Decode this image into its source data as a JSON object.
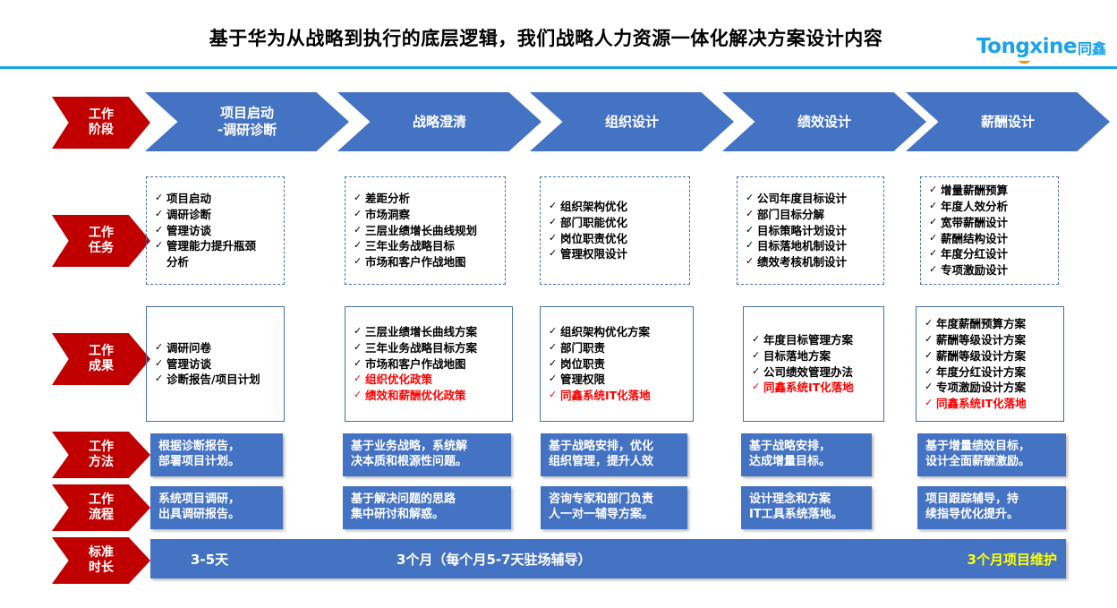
{
  "header": {
    "title": "基于华为从战略到执行的底层逻辑，我们战略人力资源一体化解决方案设计内容",
    "logo_latin": "Tongxine",
    "logo_cn": "同鑫",
    "accent_blue": "#1aa3e8",
    "accent_orange": "#f39200"
  },
  "colors": {
    "red_label": "#c00000",
    "phase_blue": "#4573c4",
    "box_border": "#4472a8",
    "red_text": "#ff0000",
    "yellow_text": "#ffff00"
  },
  "row_labels": {
    "stage": "工作\n阶段",
    "task": "工作\n任务",
    "result": "工作\n成果",
    "method": "工作\n方法",
    "process": "工作\n流程",
    "duration": "标准\n时长"
  },
  "phases": [
    {
      "label": "项目启动\n-调研诊断"
    },
    {
      "label": "战略澄清"
    },
    {
      "label": "组织设计"
    },
    {
      "label": "绩效设计"
    },
    {
      "label": "薪酬设计"
    }
  ],
  "tasks": [
    {
      "items": [
        {
          "text": "项目启动",
          "red": false
        },
        {
          "text": "调研诊断",
          "red": false
        },
        {
          "text": "管理访谈",
          "red": false
        },
        {
          "text": "管理能力提升瓶颈\n分析",
          "red": false
        }
      ]
    },
    {
      "items": [
        {
          "text": "差距分析",
          "red": false
        },
        {
          "text": "市场洞察",
          "red": false
        },
        {
          "text": "三层业绩增长曲线规划",
          "red": false
        },
        {
          "text": "三年业务战略目标",
          "red": false
        },
        {
          "text": "市场和客户作战地图",
          "red": false
        }
      ]
    },
    {
      "items": [
        {
          "text": "组织架构优化",
          "red": false
        },
        {
          "text": "部门职能优化",
          "red": false
        },
        {
          "text": "岗位职责优化",
          "red": false
        },
        {
          "text": "管理权限设计",
          "red": false
        }
      ]
    },
    {
      "items": [
        {
          "text": "公司年度目标设计",
          "red": false
        },
        {
          "text": "部门目标分解",
          "red": false
        },
        {
          "text": "目标策略计划设计",
          "red": false
        },
        {
          "text": "目标落地机制设计",
          "red": false
        },
        {
          "text": "绩效考核机制设计",
          "red": false
        }
      ]
    },
    {
      "items": [
        {
          "text": "增量薪酬预算",
          "red": false
        },
        {
          "text": "年度人效分析",
          "red": false
        },
        {
          "text": "宽带薪酬设计",
          "red": false
        },
        {
          "text": "薪酬结构设计",
          "red": false
        },
        {
          "text": "年度分红设计",
          "red": false
        },
        {
          "text": "专项激励设计",
          "red": false
        }
      ]
    }
  ],
  "results": [
    {
      "items": [
        {
          "text": "调研问卷",
          "red": false
        },
        {
          "text": "管理访谈",
          "red": false
        },
        {
          "text": "诊断报告/项目计划",
          "red": false
        }
      ]
    },
    {
      "items": [
        {
          "text": "三层业绩增长曲线方案",
          "red": false
        },
        {
          "text": "三年业务战略目标方案",
          "red": false
        },
        {
          "text": "市场和客户作战地图",
          "red": false
        },
        {
          "text": "组织优化政策",
          "red": true
        },
        {
          "text": "绩效和薪酬优化政策",
          "red": true
        }
      ]
    },
    {
      "items": [
        {
          "text": "组织架构优化方案",
          "red": false
        },
        {
          "text": "部门职责",
          "red": false
        },
        {
          "text": "岗位职责",
          "red": false
        },
        {
          "text": "管理权限",
          "red": false
        },
        {
          "text": "同鑫系统IT化落地",
          "red": true
        }
      ]
    },
    {
      "items": [
        {
          "text": "年度目标管理方案",
          "red": false
        },
        {
          "text": "目标落地方案",
          "red": false
        },
        {
          "text": "公司绩效管理办法",
          "red": false
        },
        {
          "text": "同鑫系统IT化落地",
          "red": true
        }
      ]
    },
    {
      "items": [
        {
          "text": "年度薪酬预算方案",
          "red": false
        },
        {
          "text": "薪酬等级设计方案",
          "red": false
        },
        {
          "text": "薪酬等级设计方案",
          "red": false
        },
        {
          "text": "年度分红设计方案",
          "red": false
        },
        {
          "text": "专项激励设计方案",
          "red": false
        },
        {
          "text": "同鑫系统IT化落地",
          "red": true
        }
      ]
    }
  ],
  "methods": [
    "根据诊断报告，\n部署项目计划。",
    "基于业务战略，系统解\n决本质和根源性问题。",
    "基于战略安排，优化\n组织管理，提升人效",
    "基于战略安排，\n达成增量目标。",
    "基于增量绩效目标，\n设计全面薪酬激励。"
  ],
  "processes": [
    "系统项目调研，\n出具调研报告。",
    "基于解决问题的思路\n集中研讨和解惑。",
    "咨询专家和部门负责\n人一对一辅导方案。",
    "设计理念和方案\nIT工具系统落地。",
    "项目跟踪辅导，持\n续指导优化提升。"
  ],
  "duration": {
    "segments": [
      {
        "text": "3-5天",
        "yellow": false
      },
      {
        "text": "3个月（每个月5-7天驻场辅导）",
        "yellow": false
      },
      {
        "text": "3个月项目维护",
        "yellow": true
      }
    ]
  },
  "icons": {
    "check": "✓"
  }
}
